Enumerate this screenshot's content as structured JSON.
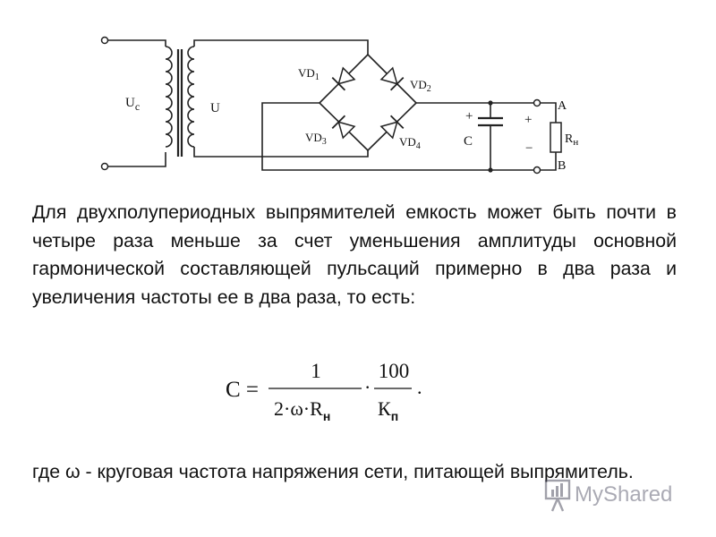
{
  "circuit": {
    "labels": {
      "uc": "U",
      "uc_sub": "c",
      "u": "U",
      "vd1": "VD",
      "vd1_sub": "1",
      "vd2": "VD",
      "vd2_sub": "2",
      "vd3": "VD",
      "vd3_sub": "3",
      "vd4": "VD",
      "vd4_sub": "4",
      "cap_plus": "+",
      "cap": "C",
      "out_plus": "+",
      "out_minus": "−",
      "rn": "R",
      "rn_sub": "н",
      "a": "A",
      "b": "B"
    }
  },
  "text": {
    "paragraph": "Для двухполупериодных выпрямителей емкость может быть почти в четыре раза меньше за счет уменьшения амплитуды основной гармонической составляющей пульсаций примерно в два раза и увеличения частоты ее в два раза, то есть:",
    "note": "где ω - круговая частота напряжения сети, питающей выпрямитель."
  },
  "formula": {
    "lhs": "C =",
    "num1": "1",
    "den1": "2·ω·R",
    "den1_sub": "н",
    "dot": "·",
    "num2": "100",
    "den2": "К",
    "den2_sub": "п",
    "end": "."
  },
  "watermark": {
    "text": "MyShared",
    "icon": "presentation-board-icon"
  }
}
